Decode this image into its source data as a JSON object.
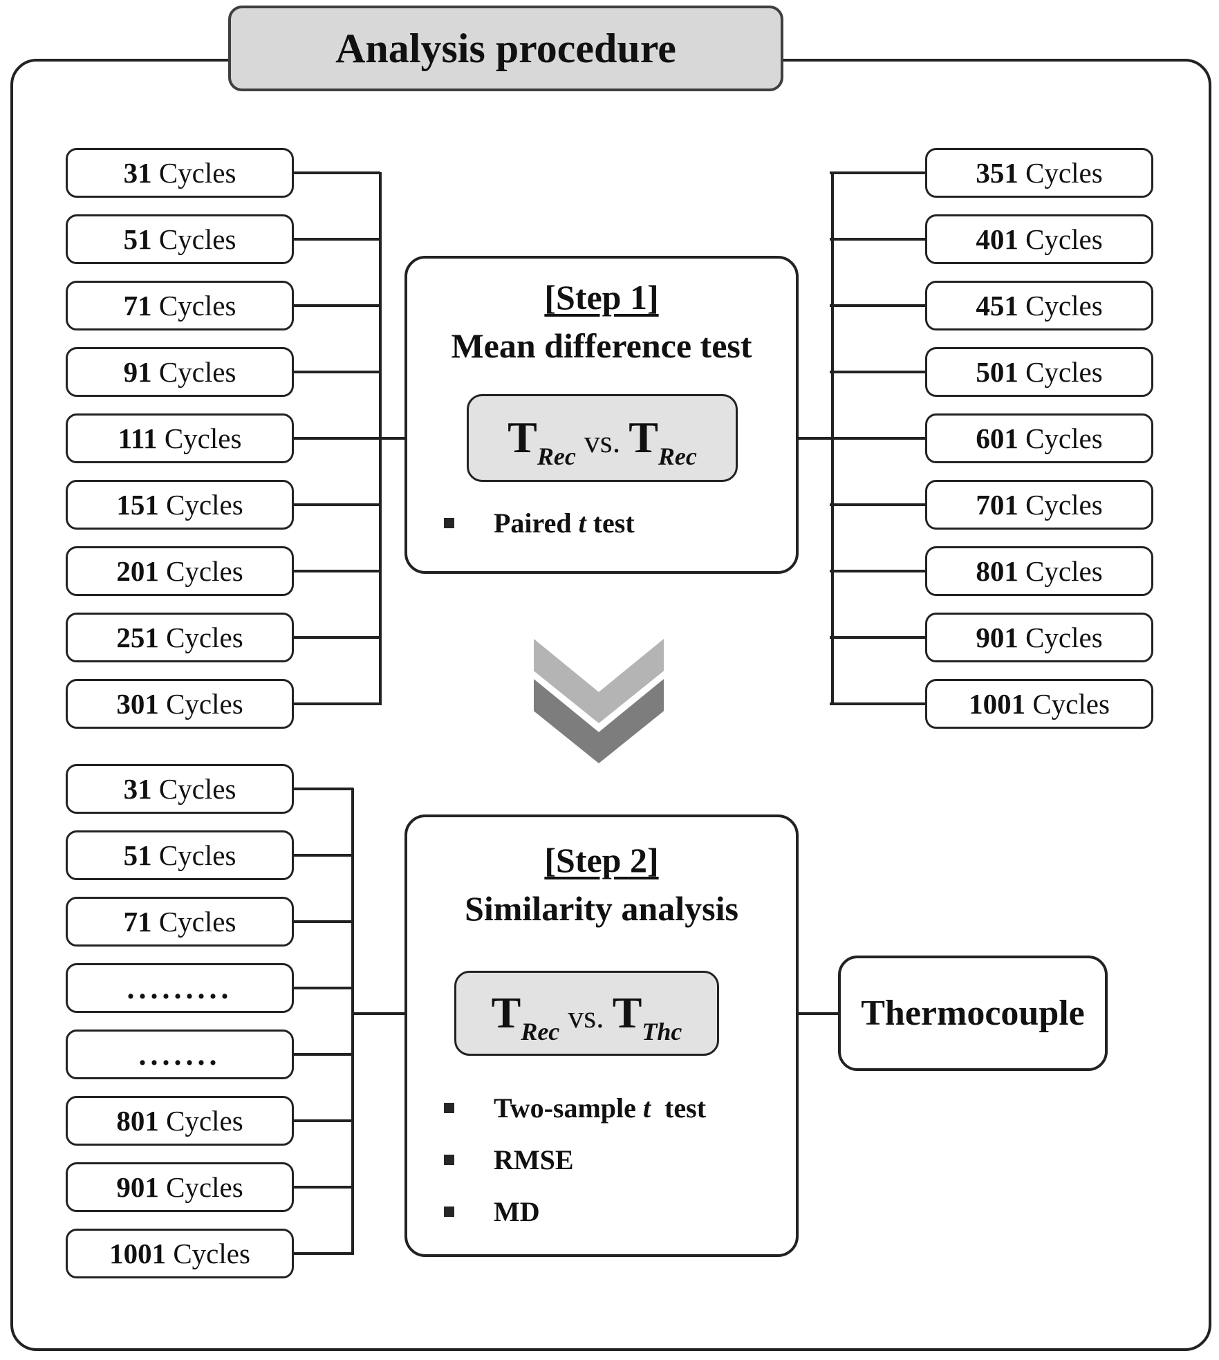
{
  "title": "Analysis procedure",
  "colors": {
    "line": "#222222",
    "gray_fill": "#e2e2e2",
    "title_fill": "#d8d8d8",
    "chevron_light": "#b4b4b4",
    "chevron_dark": "#7d7d7d"
  },
  "top_left_column": {
    "items": [
      {
        "num": "31",
        "unit": "Cycles"
      },
      {
        "num": "51",
        "unit": "Cycles"
      },
      {
        "num": "71",
        "unit": "Cycles"
      },
      {
        "num": "91",
        "unit": "Cycles"
      },
      {
        "num": "111",
        "unit": "Cycles"
      },
      {
        "num": "151",
        "unit": "Cycles"
      },
      {
        "num": "201",
        "unit": "Cycles"
      },
      {
        "num": "251",
        "unit": "Cycles"
      },
      {
        "num": "301",
        "unit": "Cycles"
      }
    ]
  },
  "top_right_column": {
    "items": [
      {
        "num": "351",
        "unit": "Cycles"
      },
      {
        "num": "401",
        "unit": "Cycles"
      },
      {
        "num": "451",
        "unit": "Cycles"
      },
      {
        "num": "501",
        "unit": "Cycles"
      },
      {
        "num": "601",
        "unit": "Cycles"
      },
      {
        "num": "701",
        "unit": "Cycles"
      },
      {
        "num": "801",
        "unit": "Cycles"
      },
      {
        "num": "901",
        "unit": "Cycles"
      },
      {
        "num": "1001",
        "unit": "Cycles"
      }
    ]
  },
  "bottom_left_column": {
    "items": [
      {
        "num": "31",
        "unit": "Cycles"
      },
      {
        "num": "51",
        "unit": "Cycles"
      },
      {
        "num": "71",
        "unit": "Cycles"
      },
      {
        "dots": "........."
      },
      {
        "dots": "......."
      },
      {
        "num": "801",
        "unit": "Cycles"
      },
      {
        "num": "901",
        "unit": "Cycles"
      },
      {
        "num": "1001",
        "unit": "Cycles"
      }
    ]
  },
  "step1": {
    "heading": "[Step 1]",
    "subtitle": "Mean difference test",
    "comparison": {
      "left_base": "T",
      "left_sub": "Rec",
      "vs": "vs.",
      "right_base": "T",
      "right_sub": "Rec"
    },
    "bullets": [
      {
        "pre": "Paired ",
        "it": "t",
        "post": " test"
      }
    ]
  },
  "step2": {
    "heading": "[Step 2]",
    "subtitle": "Similarity analysis",
    "comparison": {
      "left_base": "T",
      "left_sub": "Rec",
      "vs": "vs.",
      "right_base": "T",
      "right_sub": "Thc"
    },
    "bullets": [
      {
        "pre": "Two-sample ",
        "it": "t",
        "post": "  test"
      },
      {
        "pre": "RMSE",
        "it": "",
        "post": ""
      },
      {
        "pre": "MD",
        "it": "",
        "post": ""
      }
    ]
  },
  "thermocouple_label": "Thermocouple"
}
